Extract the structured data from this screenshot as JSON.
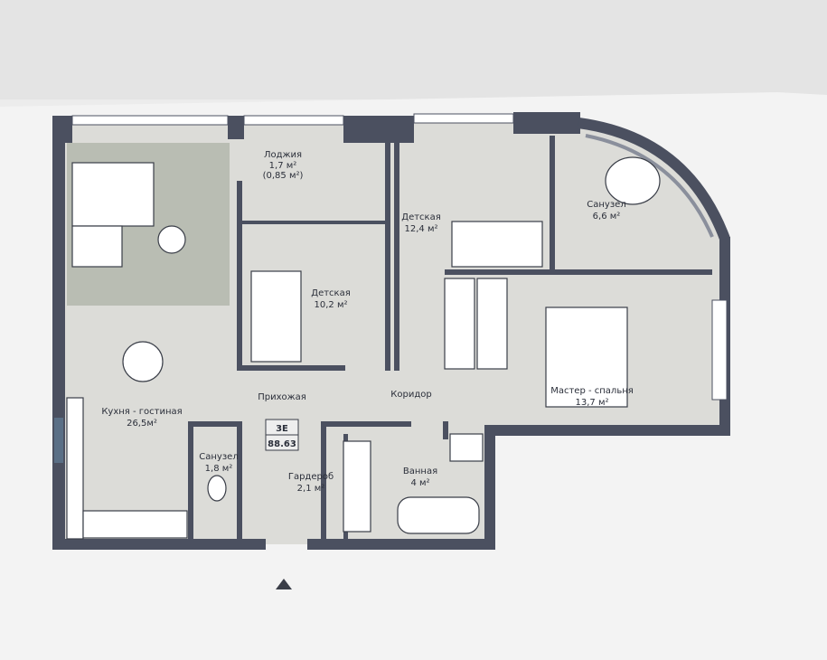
{
  "plan": {
    "unit_code": "3E",
    "total_area": "88.63",
    "rooms": {
      "loggia": {
        "name": "Лоджия",
        "area": "1,7 м²",
        "area_alt": "(0,85 м²)"
      },
      "kids_large": {
        "name": "Детская",
        "area": "12,4 м²"
      },
      "bath_master": {
        "name": "Санузел",
        "area": "6,6 м²"
      },
      "kids_small": {
        "name": "Детская",
        "area": "10,2 м²"
      },
      "hall": {
        "name": "Прихожая"
      },
      "corridor": {
        "name": "Коридор"
      },
      "master": {
        "name": "Мастер - спальня",
        "area": "13,7 м²"
      },
      "kitchen": {
        "name": "Кухня - гостиная",
        "area": "26,5м²"
      },
      "wc": {
        "name": "Санузел",
        "area": "1,8 м²"
      },
      "wardrobe": {
        "name": "Гардероб",
        "area": "2,1 м²"
      },
      "bathroom": {
        "name": "Ванная",
        "area": "4 м²"
      }
    }
  },
  "colors": {
    "wall": "#4b5060",
    "floor": "#dcdcd8",
    "rug": "#b9bdb3",
    "paper": "#f3f3f3"
  }
}
